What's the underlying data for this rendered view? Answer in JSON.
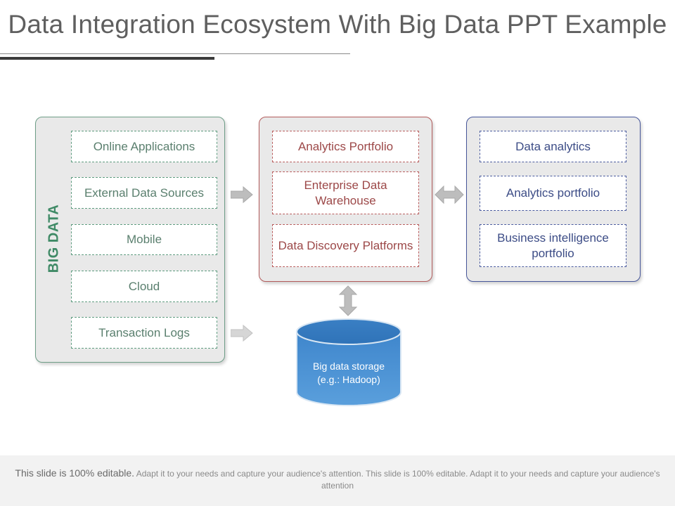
{
  "title": "Data Integration Ecosystem With Big Data PPT Example",
  "big_data": {
    "label": "BIG DATA",
    "sources": [
      "Online Applications",
      "External Data Sources",
      "Mobile",
      "Cloud",
      "Transaction Logs"
    ]
  },
  "middle": {
    "items": [
      "Analytics Portfolio",
      "Enterprise Data Warehouse",
      "Data Discovery Platforms"
    ]
  },
  "right": {
    "items": [
      "Data analytics",
      "Analytics portfolio",
      "Business intelligence portfolio"
    ]
  },
  "storage": {
    "line1": "Big data storage",
    "line2": "(e.g.: Hadoop)"
  },
  "footer": {
    "lead": "This slide is 100% editable.",
    "rest": "Adapt it to your needs and capture your audience's attention. This slide is 100% editable. Adapt it to your needs and capture your audience's attention"
  },
  "colors": {
    "green": "#3f8a66",
    "red": "#b25b5b",
    "blue": "#46569a",
    "cylinder": "#4a8fd0"
  }
}
